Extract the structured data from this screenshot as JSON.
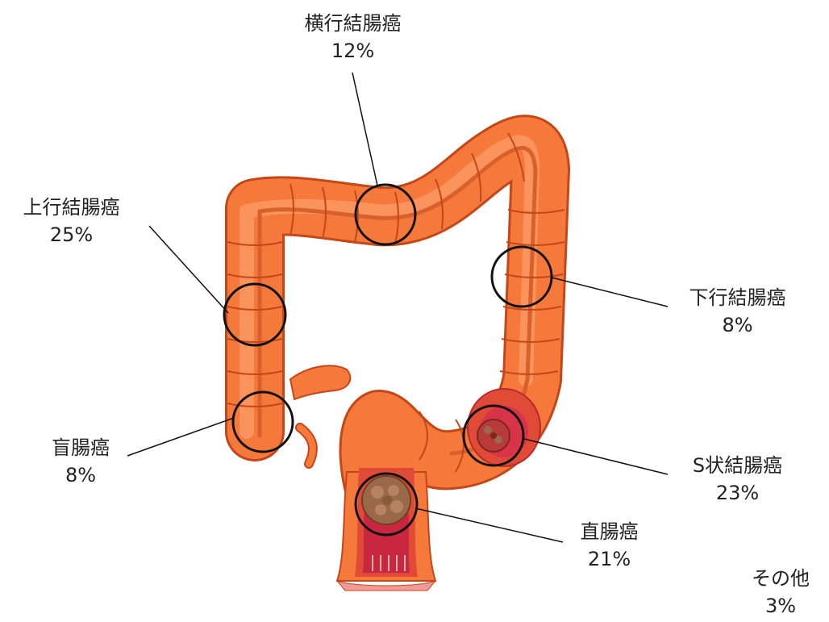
{
  "regions": [
    {
      "name": "横行結腸癌",
      "pct": "12%"
    },
    {
      "name": "上行結腸癌",
      "pct": "25%"
    },
    {
      "name": "下行結腸癌",
      "pct": "8%"
    },
    {
      "name": "盲腸癌",
      "pct": "8%"
    },
    {
      "name": "S状結腸癌",
      "pct": "23%"
    },
    {
      "name": "直腸癌",
      "pct": "21%"
    },
    {
      "name": "その他",
      "pct": "3%"
    }
  ],
  "colors": {
    "colon_fill": "#f5793b",
    "colon_dark": "#e55a22",
    "colon_light": "#fb9a65",
    "rectum_inner": "#d9334a",
    "tumor": "#9a6a48",
    "marker": "#111111"
  }
}
